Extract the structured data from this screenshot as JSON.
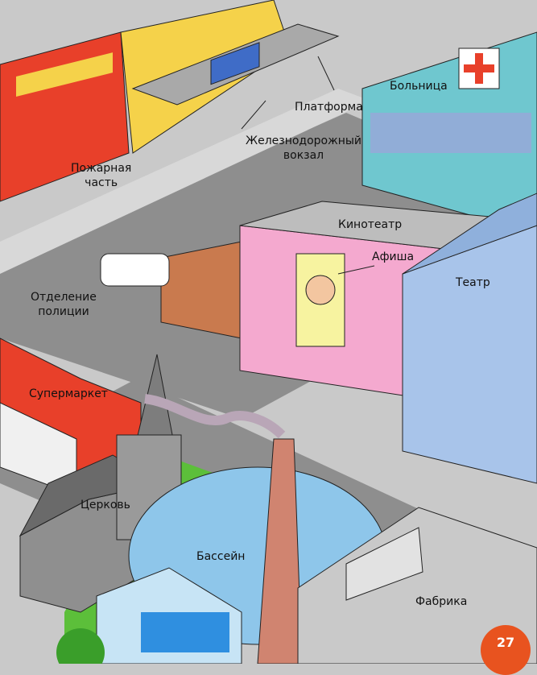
{
  "labels": {
    "fire_station_1": "Пожарная",
    "fire_station_2": "часть",
    "platform": "Платформа",
    "railway_station_1": "Железнодорожный",
    "railway_station_2": "вокзал",
    "hospital": "Больница",
    "cinema": "Кинотеатр",
    "poster": "Афиша",
    "theatre": "Театр",
    "police_1": "Отделение",
    "police_2": "полиции",
    "supermarket": "Супермаркет",
    "church": "Церковь",
    "pool": "Бассейн",
    "factory": "Фабрика"
  },
  "page_number": "27",
  "colors": {
    "road": "#8e8e8e",
    "pavement": "#d8d8d8",
    "hospital": "#6fc7cf",
    "cinema": "#f4a9cf",
    "theatre": "#a8c4ea",
    "supermarket": "#e8402a",
    "grass": "#5cbf3a",
    "page_badge": "#e8531f"
  }
}
